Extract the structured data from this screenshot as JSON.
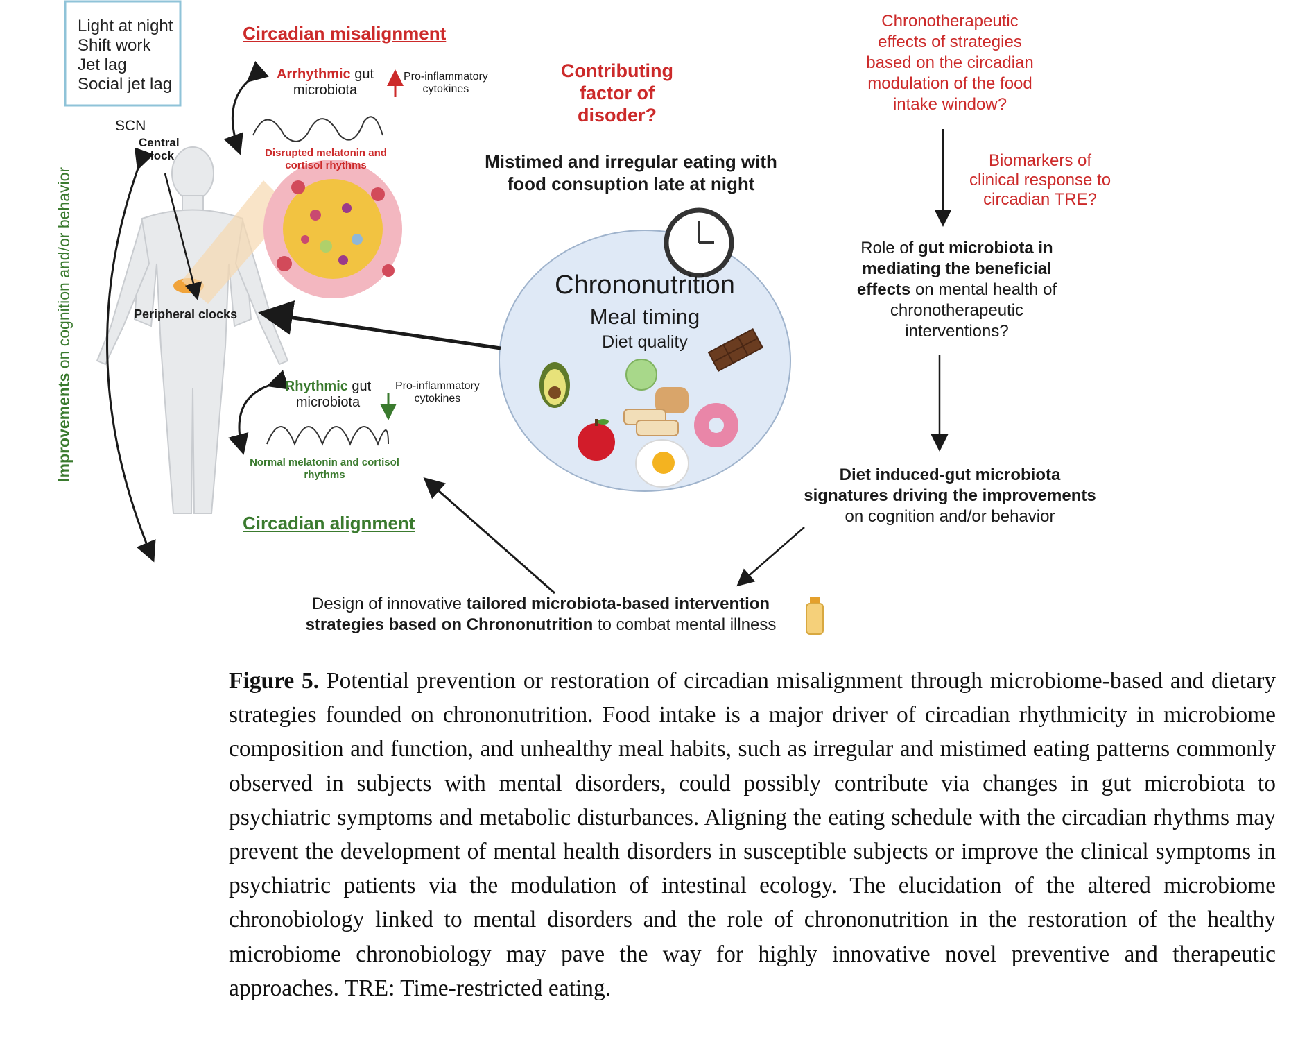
{
  "figure": {
    "risk_factors": [
      "Light at night",
      "Shift work",
      "Jet lag",
      "Social jet lag"
    ],
    "scn_label": "SCN",
    "central_clock_label": [
      "Central",
      "clock"
    ],
    "peripheral_clocks_label": "Peripheral clocks",
    "side_label": {
      "highlight": "Improvements",
      "rest": " on cognition and/or behavior"
    },
    "misalignment": {
      "title": "Circadian misalignment",
      "microbiota": {
        "highlight": "Arrhythmic",
        "rest": " gut",
        "line2": "microbiota"
      },
      "cytokines": [
        "Pro-inflammatory",
        "cytokines"
      ],
      "hormones": [
        "Disrupted melatonin and",
        "cortisol rhythms"
      ]
    },
    "alignment": {
      "title": "Circadian alignment",
      "microbiota": {
        "highlight": "Rhythmic",
        "rest": " gut",
        "line2": "microbiota"
      },
      "cytokines": [
        "Pro-inflammatory",
        "cytokines"
      ],
      "hormones": [
        "Normal melatonin and cortisol",
        "rhythms"
      ]
    },
    "contributing_factor": [
      "Contributing",
      "factor of",
      "disoder?"
    ],
    "mistimed_eating": [
      "Mistimed and irregular eating with",
      "food consuption late at night"
    ],
    "chrononutrition": {
      "title": "Chrononutrition",
      "meal_timing": "Meal timing",
      "diet_quality": "Diet quality"
    },
    "chronotherapeutic_question": [
      "Chronotherapeutic",
      "effects of strategies",
      "based on the circadian",
      "modulation of the food",
      "intake window?"
    ],
    "biomarkers_question": [
      "Biomarkers of",
      "clinical response to",
      "circadian TRE?"
    ],
    "role_gut": {
      "pre": "Role of ",
      "bold1": "gut microbiota in",
      "bold2": "mediating the beneficial",
      "bold3": "effects",
      "post3": " on mental health of",
      "line4": "chronotherapeutic",
      "line5": "interventions?"
    },
    "diet_signatures": [
      "Diet induced-gut microbiota",
      "signatures driving the improvements",
      "on cognition and/or behavior"
    ],
    "design": {
      "pre1": "Design of innovative ",
      "bold1": "tailored microbiota-based intervention",
      "bold2": "strategies based on Chrononutrition",
      "post2": " to combat mental illness"
    }
  },
  "caption": {
    "label": "Figure 5.",
    "text": "Potential prevention or restoration of circadian misalignment through microbiome-based and dietary strategies founded on chrononutrition.  Food intake is a major driver of circadian rhythmicity in microbiome composition and function, and unhealthy meal habits, such as irregular and mistimed eating patterns commonly observed in subjects with mental disorders, could possibly contribute via changes in gut microbiota to psychiatric symptoms and metabolic disturbances. Aligning the eating schedule with the circadian rhythms may prevent the development of mental health disorders in susceptible subjects or improve the clinical symptoms in psychiatric patients via the modulation of intestinal ecology. The elucidation of the altered microbiome chronobiology linked to mental disorders and the role of chrononutrition in the restoration of the healthy microbiome chronobiology may pave the way for highly innovative novel preventive and therapeutic approaches. TRE: Time-restricted eating."
  },
  "colors": {
    "red": "#cc2a2a",
    "green": "#3a7a2e",
    "box_border": "#8fc3d8",
    "circle_fill": "#dfe9f6"
  }
}
